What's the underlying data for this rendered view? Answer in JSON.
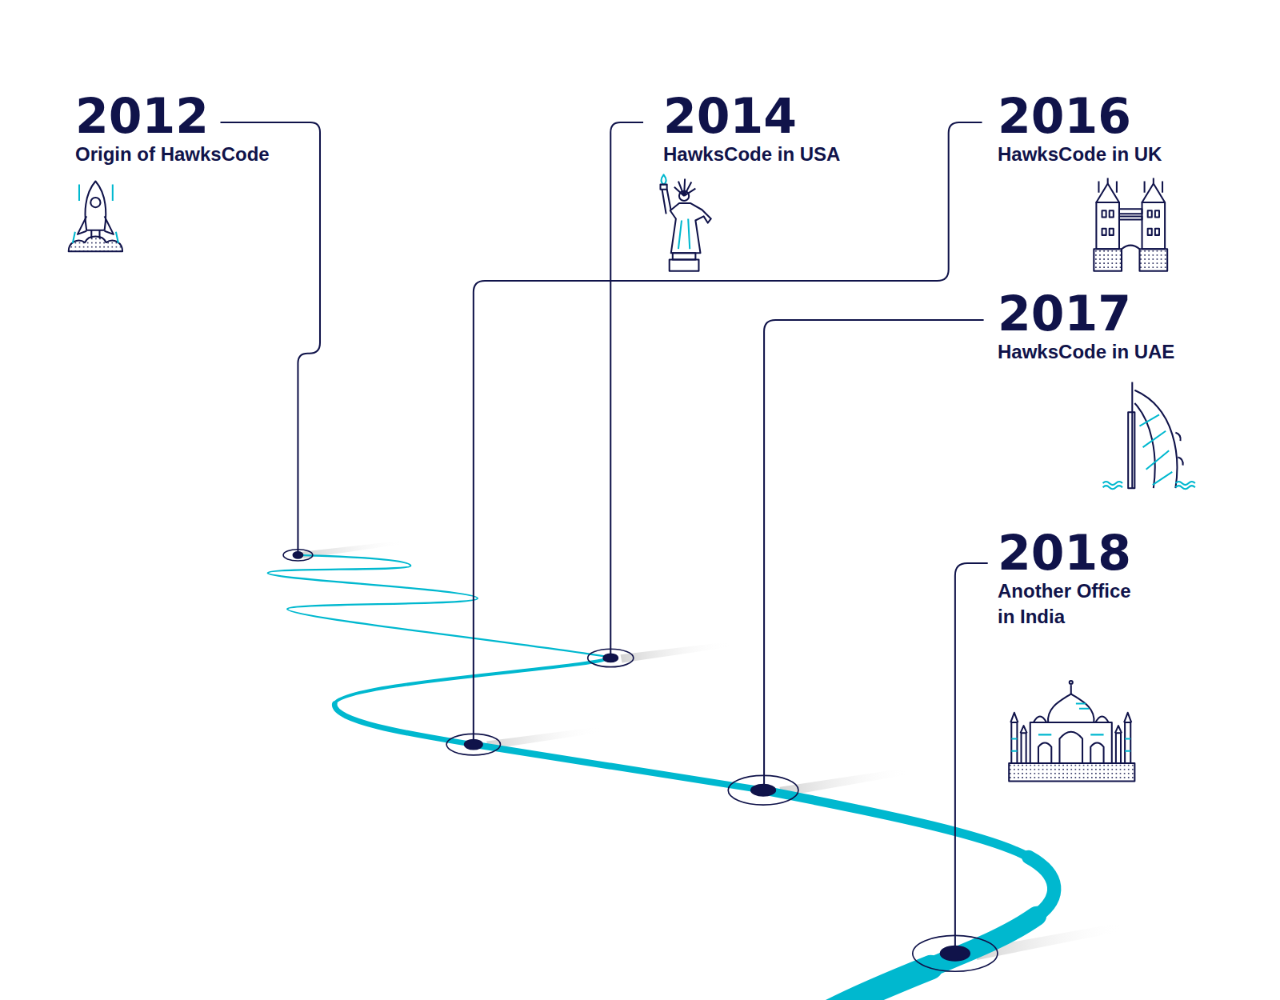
{
  "diagram": {
    "labels": [
      "2012",
      "Origin of HawksCode",
      "2014",
      "HawksCode in USA",
      "2016",
      "HawksCode in UK",
      "2017",
      "HawksCode in UAE",
      "2018",
      "Another Office in India"
    ]
  }
}
